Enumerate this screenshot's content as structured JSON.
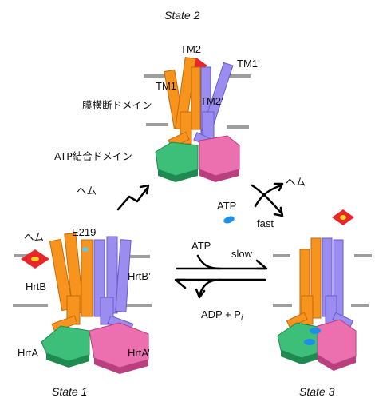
{
  "colors": {
    "orange": "#f7941d",
    "orange_dark": "#c66a08",
    "purple": "#9b8cf0",
    "purple_dark": "#6a5acd",
    "green": "#3dbf7a",
    "green_dark": "#1f8a4f",
    "pink": "#ec6fb0",
    "pink_dark": "#b9407f",
    "heme_red": "#e8262a",
    "heme_yellow": "#ffd21f",
    "atp_blue": "#1e8fe6",
    "membrane_gray": "#9e9e9e"
  },
  "states": {
    "s1": "State 1",
    "s2": "State 2",
    "s3": "State 3"
  },
  "labels": {
    "tm2_top": "TM2",
    "tm1prime": "TM1’",
    "tm1": "TM1",
    "tm2prime": "TM2’",
    "membrane_domain": "膜横断ドメイン",
    "atp_domain": "ATP結合ドメイン",
    "heme_left_arrow": "ヘム",
    "heme_right_arrow": "ヘム",
    "heme_state1": "ヘム",
    "atp_fast": "ATP",
    "fast": "fast",
    "e219": "E219",
    "hrtb": "HrtB",
    "hrtbprime": "HrtB’",
    "hrta": "HrtA",
    "hrtaprime": "HrtA’",
    "atp_slow": "ATP",
    "slow": "slow",
    "adp": "ADP + P",
    "adp_sub": "i"
  },
  "icons": {
    "heme": "heme-diamond",
    "atp": "atp-droplet"
  }
}
